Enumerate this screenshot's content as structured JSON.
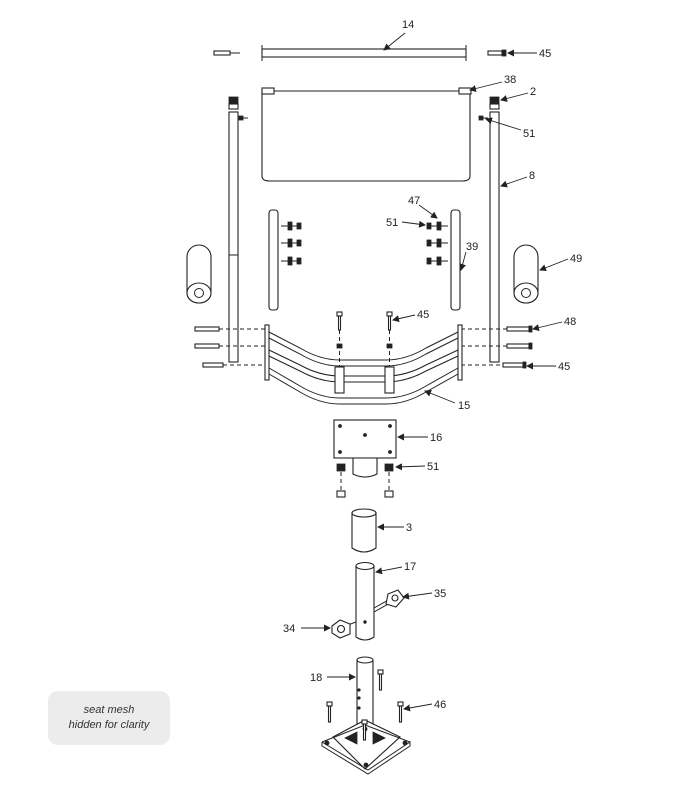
{
  "callouts": {
    "c14": "14",
    "c45a": "45",
    "c38": "38",
    "c2": "2",
    "c51a": "51",
    "c8": "8",
    "c47": "47",
    "c51b": "51",
    "c39": "39",
    "c49": "49",
    "c45b": "45",
    "c48": "48",
    "c45c": "45",
    "c15": "15",
    "c16": "16",
    "c51c": "51",
    "c3": "3",
    "c17": "17",
    "c35": "35",
    "c34": "34",
    "c18": "18",
    "c46": "46"
  },
  "note": {
    "line1": "seat mesh",
    "line2": "hidden for clarity"
  }
}
